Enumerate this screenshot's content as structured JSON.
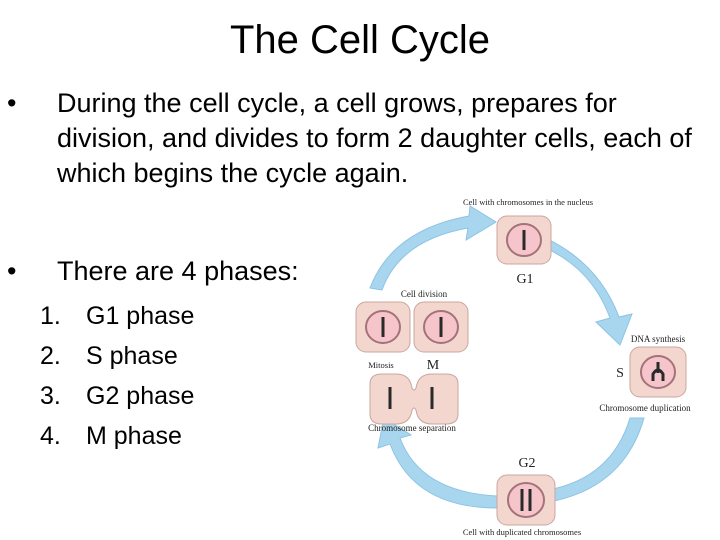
{
  "title": "The Cell Cycle",
  "bullets": [
    "During the cell cycle, a cell grows, prepares for division, and divides to form 2 daughter cells, each of which begins the cycle again.",
    "There are 4 phases:"
  ],
  "bullet_symbol": "•",
  "phases": [
    {
      "num": "1.",
      "label": "G1 phase"
    },
    {
      "num": "2.",
      "label": "S phase"
    },
    {
      "num": "3.",
      "label": "G2 phase"
    },
    {
      "num": "4.",
      "label": "M phase"
    }
  ],
  "diagram": {
    "labels": {
      "g1_top": "Cell with chromosomes in the nucleus",
      "g1": "G1",
      "cell_division": "Cell division",
      "dna_synthesis": "DNA synthesis",
      "s": "S",
      "chromosome_duplication": "Chromosome duplication",
      "mitosis": "Mitosis",
      "m": "M",
      "chromosome_separation": "Chromosome separation",
      "g2": "G2",
      "g2_bottom": "Cell with duplicated chromosomes"
    },
    "colors": {
      "arrow": "#a9d6ef",
      "cell_fill": "#f3d6cd",
      "nucleus_fill": "#f6c4cb",
      "chromosome": "#2a2a2a"
    }
  }
}
